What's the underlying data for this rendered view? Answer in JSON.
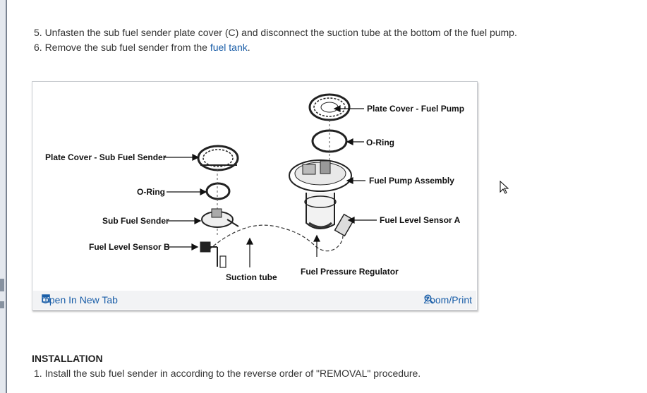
{
  "steps": {
    "step5": "5. Unfasten the sub fuel sender plate cover (C) and disconnect the suction tube at the bottom of the fuel pump.",
    "step6_prefix": "6. Remove the sub fuel sender from the ",
    "step6_link": "fuel tank",
    "step6_suffix": "."
  },
  "figure": {
    "labels": {
      "plate_cover_fuel_pump": "Plate Cover - Fuel Pump",
      "o_ring_right": "O-Ring",
      "fuel_pump_assembly": "Fuel Pump Assembly",
      "fuel_level_sensor_a": "Fuel Level Sensor A",
      "fuel_pressure_regulator": "Fuel Pressure Regulator",
      "plate_cover_sub": "Plate Cover - Sub Fuel Sender",
      "o_ring_left": "O-Ring",
      "sub_fuel_sender": "Sub Fuel Sender",
      "fuel_level_sensor_b": "Fuel Level Sensor B",
      "suction_tube": "Suction tube"
    },
    "open_new_tab": "Open In New Tab",
    "zoom_print": "Zoom/Print"
  },
  "installation": {
    "heading": "INSTALLATION",
    "step1": "1. Install the sub fuel sender in according to the reverse order of \"REMOVAL\" procedure."
  },
  "colors": {
    "link": "#1a5ea8",
    "footer_bg": "#f2f3f5"
  }
}
